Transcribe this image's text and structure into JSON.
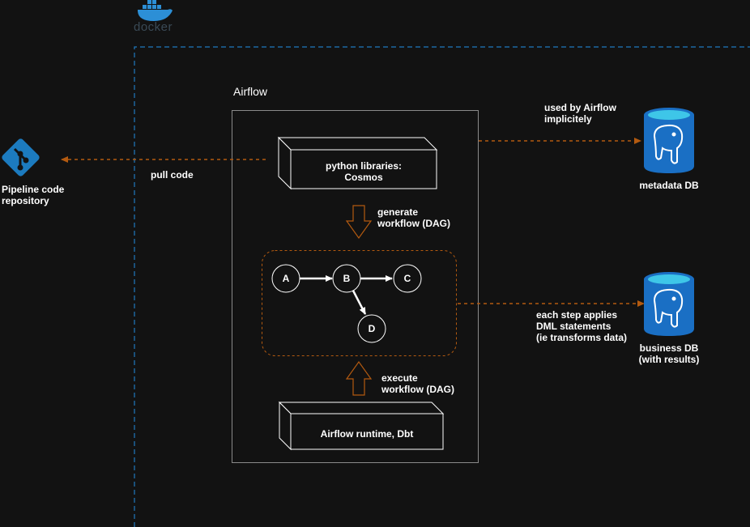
{
  "docker": {
    "label": "docker"
  },
  "airflow": {
    "title": "Airflow"
  },
  "git": {
    "label": "Pipeline code\nrepository"
  },
  "edges": {
    "pull_code": "pull code",
    "generate": "generate\nworkflow (DAG)",
    "execute": "execute\nworkflow (DAG)",
    "used_by_airflow": "used by Airflow\nimplicitely",
    "dml": "each step applies\nDML statements\n(ie transforms data)"
  },
  "boxes": {
    "python_libraries": "python libraries:\nCosmos",
    "runtime": "Airflow runtime, Dbt"
  },
  "dag": {
    "nodes": [
      "A",
      "B",
      "C",
      "D"
    ]
  },
  "databases": {
    "metadata": "metadata DB",
    "business": "business DB\n(with results)"
  },
  "colors": {
    "background": "#121212",
    "docker_border": "#1f7ac0",
    "edge": "#b35a10",
    "db_blue": "#1a6fc4",
    "db_cyan": "#3ec6e8",
    "git_blue": "#1c7bbf"
  }
}
